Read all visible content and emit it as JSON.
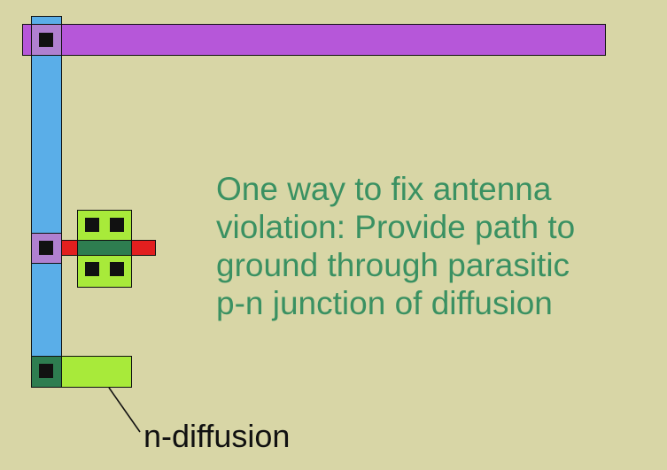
{
  "colors": {
    "background": "#d8d6a6",
    "metal2": "#b657d9",
    "metal1": "#5aaee8",
    "via": "#b080d0",
    "poly": "#e21f1f",
    "diffusion": "#a8ea3a",
    "diffusion_contact_region": "#2e7d50",
    "caption_text": "#3a9162"
  },
  "caption": {
    "line1": "One way to fix antenna",
    "line2": "violation:  Provide path to",
    "line3": "ground through parasitic",
    "line4": "p-n junction of diffusion"
  },
  "label": {
    "n_diffusion": "n-diffusion"
  }
}
